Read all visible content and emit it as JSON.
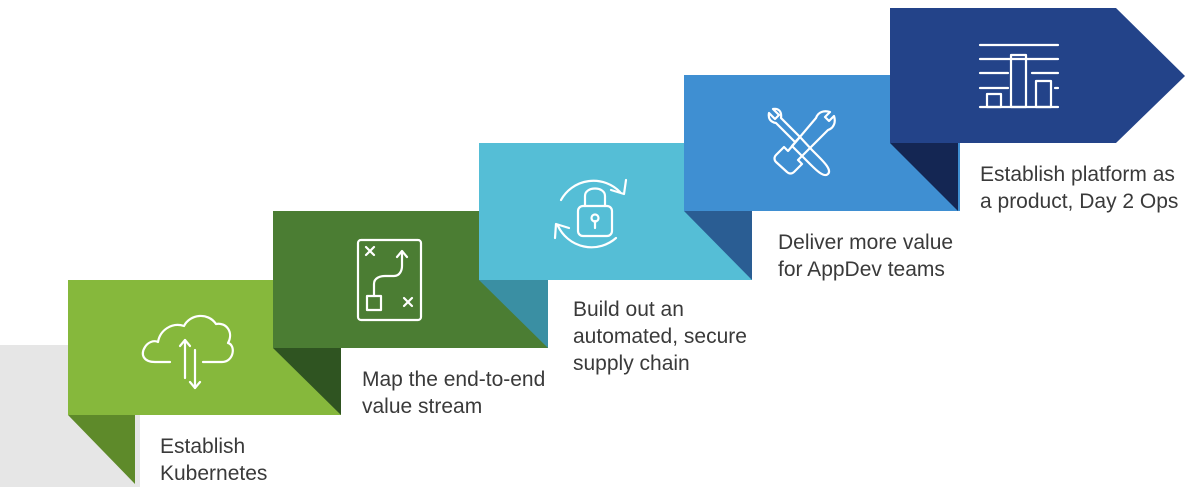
{
  "diagram": {
    "steps": [
      {
        "label": "Establish Kubernetes",
        "icon": "cloud-sync-icon",
        "color": "#86b83c",
        "fold_color": "#5e8a2a"
      },
      {
        "label": "Map the end-to-end value stream",
        "icon": "map-route-icon",
        "color": "#4b7d33",
        "fold_color": "#2f5421"
      },
      {
        "label": "Build out an automated, secure supply chain",
        "icon": "lock-refresh-icon",
        "color": "#55bed6",
        "fold_color": "#3a8fa3"
      },
      {
        "label": "Deliver more value for AppDev teams",
        "icon": "wrench-screwdriver-icon",
        "color": "#3f8fd2",
        "fold_color": "#2a5d93"
      },
      {
        "label": "Establish platform as a product, Day 2 Ops",
        "icon": "bar-chart-icon",
        "color": "#234389",
        "fold_color": "#142653"
      }
    ],
    "background_band_color": "#e6e6e6"
  }
}
